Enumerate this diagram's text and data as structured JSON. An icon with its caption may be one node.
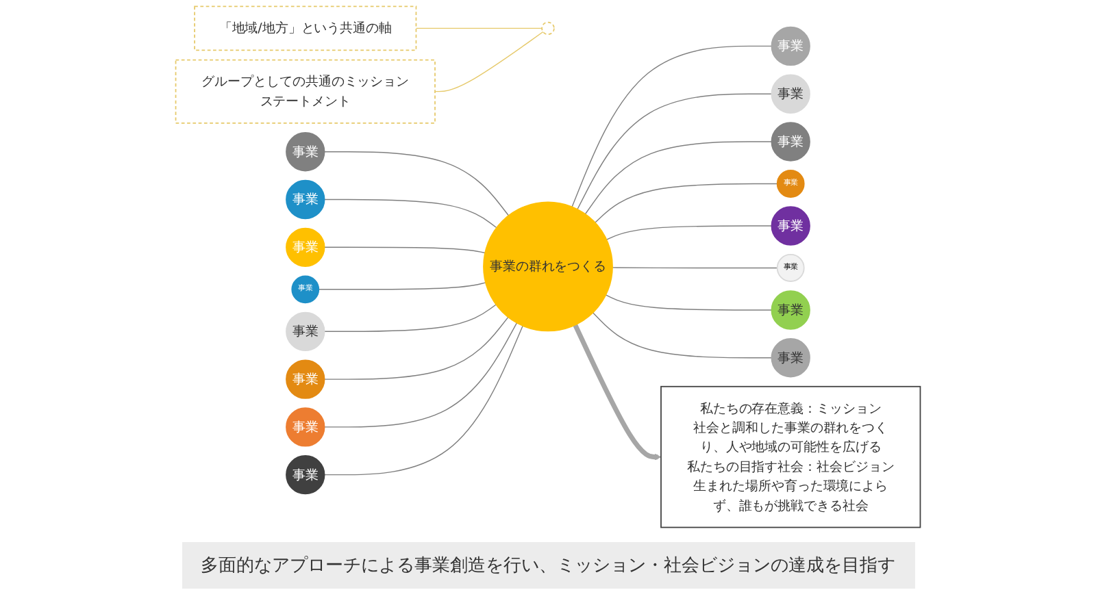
{
  "diagram": {
    "caption": "多面的なアプローチによる事業創造を行い、ミッション・社会ビジョンの達成を目指す",
    "nodes": [
      {
        "text": [
          "私たちの存在意義：ミッション",
          "社会と調和した事業の群れをつくり、人や地域の可能性を広げる",
          "私たちの目指す社会：社会ビジョン",
          "生まれた場所や育った環境によらず、誰もが挑戦できる社会"
        ]
      },
      {
        "text": [
          "「地域/地方」という共通の軸"
        ]
      },
      {
        "text": [
          "グループとしての共通のミッションステートメント"
        ]
      },
      {
        "text": [],
        "shape": "ellipse"
      },
      {
        "text": [
          "事業の群れをつくる"
        ]
      },
      {
        "text": [
          "事業"
        ]
      },
      {
        "text": [
          "事業"
        ]
      },
      {
        "text": [
          "事業"
        ]
      },
      {
        "text": [
          "事業"
        ]
      },
      {
        "text": [
          "事業"
        ]
      },
      {
        "text": [
          "事業"
        ]
      },
      {
        "text": [
          "事業"
        ]
      },
      {
        "text": [
          "事業"
        ]
      },
      {
        "text": [
          "事業"
        ]
      },
      {
        "text": [
          "事業"
        ]
      },
      {
        "text": [
          "事業"
        ]
      },
      {
        "text": [
          "事業"
        ]
      },
      {
        "text": [
          "事業"
        ]
      },
      {
        "text": [
          "事業"
        ]
      },
      {
        "text": [
          "事業"
        ]
      },
      {
        "text": [
          "事業"
        ]
      }
    ],
    "edges": [
      {
        "from": 5,
        "to": 4,
        "arrow": "none"
      },
      {
        "from": 6,
        "to": 4,
        "arrow": "none"
      },
      {
        "from": 7,
        "to": 4,
        "arrow": "none"
      },
      {
        "from": 8,
        "to": 4,
        "arrow": "none"
      },
      {
        "from": 9,
        "to": 4,
        "arrow": "none"
      },
      {
        "from": 10,
        "to": 4,
        "arrow": "none"
      },
      {
        "from": 11,
        "to": 4,
        "arrow": "none"
      },
      {
        "from": 12,
        "to": 4,
        "arrow": "none"
      },
      {
        "from": 4,
        "to": 13,
        "arrow": "none"
      },
      {
        "from": 4,
        "to": 14,
        "arrow": "none"
      },
      {
        "from": 4,
        "to": 15,
        "arrow": "none"
      },
      {
        "from": 4,
        "to": 16,
        "arrow": "none"
      },
      {
        "from": 4,
        "to": 17,
        "arrow": "none"
      },
      {
        "from": 4,
        "to": 18,
        "arrow": "none"
      },
      {
        "from": 4,
        "to": 19,
        "arrow": "none"
      },
      {
        "from": 4,
        "to": 20,
        "arrow": "none"
      },
      {
        "from": 4,
        "to": 0,
        "arrow": "to",
        "style": "thick",
        "color": "#a6a6a6"
      },
      {
        "from": 1,
        "to": 3,
        "arrow": "none",
        "color": "#e6c96a"
      },
      {
        "from": 2,
        "to": 3,
        "arrow": "none",
        "color": "#e6c96a"
      }
    ]
  }
}
